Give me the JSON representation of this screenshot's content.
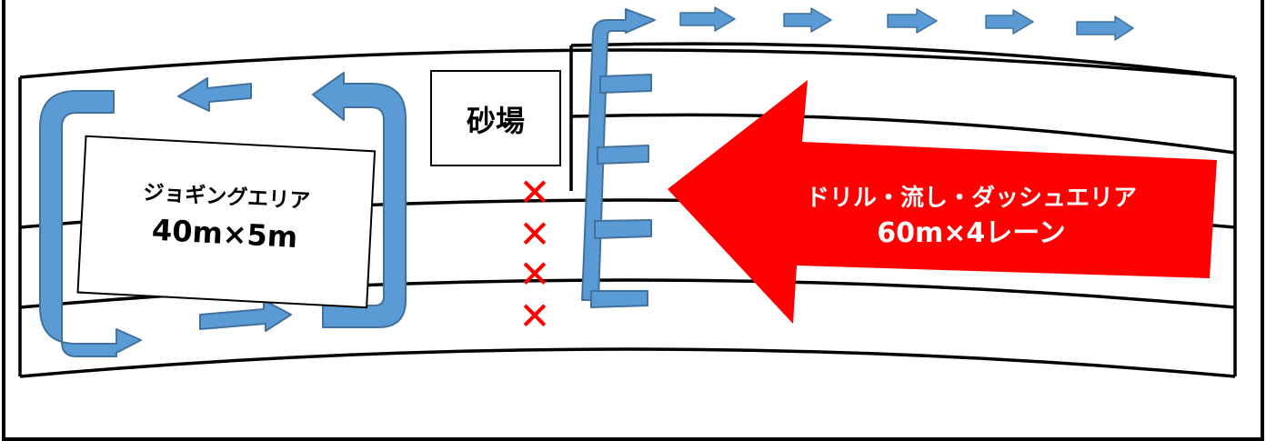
{
  "diagram": {
    "sandpit_label": "砂場",
    "jogging": {
      "title": "ジョギングエリア",
      "size": "40m×5m"
    },
    "drill": {
      "title": "ドリル・流し・ダッシュエリア",
      "size": "60m×4レーン"
    },
    "no_entry_mark": "✕",
    "colors": {
      "frame": "#000000",
      "flow_arrow": "#5B9BD5",
      "flow_arrow_edge": "#41719C",
      "drill_arrow": "#FF0000",
      "cross_mark": "#FF0000",
      "drill_text": "#FFFFFF"
    }
  }
}
